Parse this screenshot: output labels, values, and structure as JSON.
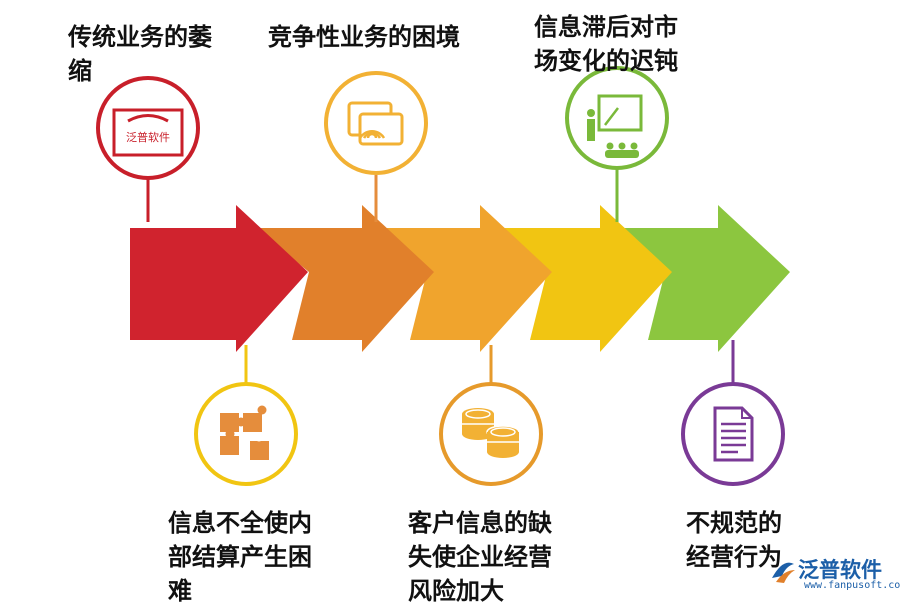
{
  "stages": [
    {
      "id": "s1",
      "color": "#d0232e",
      "ring": "#c81f2a",
      "icon": "tv-logo-icon",
      "logo_text": "泛普软件",
      "lines": [
        "传统业务的萎",
        "缩"
      ]
    },
    {
      "id": "s2",
      "color": "#e1802b",
      "ring": "#e58d3c",
      "icon": "wireless-screen-icon",
      "lines": [
        "信息不全使内",
        "部结算产生困",
        "难"
      ]
    },
    {
      "id": "s3",
      "color": "#f0a42d",
      "ring": "#f2b134",
      "icon": "wireless-screen-icon",
      "lines": [
        "竞争性业务的困境"
      ]
    },
    {
      "id": "s4",
      "color": "#f1c512",
      "ring": "#e69a2b",
      "icon": "coins-icon",
      "lines": [
        "客户信息的缺",
        "失使企业经营",
        "风险加大"
      ]
    },
    {
      "id": "s5",
      "color": "#8cc63f",
      "ring": "#7ab93a",
      "icon": "presentation-icon",
      "lines": [
        "信息滞后对市",
        "场变化的迟钝"
      ]
    },
    {
      "id": "s6",
      "color": "#8cc63f",
      "ring": "#7a3a96",
      "icon": "document-icon",
      "lines": [
        "不规范的",
        "经营行为"
      ]
    }
  ],
  "watermark": {
    "name": "泛普软件",
    "url": "www.fanpusoft.com"
  },
  "colors": {
    "puzzle": "#e58d3c",
    "coin": "#f2b134"
  }
}
